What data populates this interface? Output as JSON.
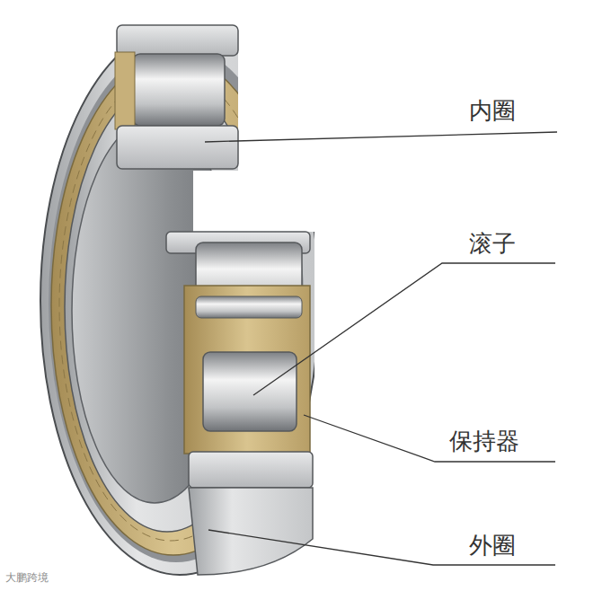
{
  "diagram": {
    "labels": [
      "内圈",
      "滚子",
      "保持器",
      "外圈",
      "大鹏跨境"
    ]
  }
}
